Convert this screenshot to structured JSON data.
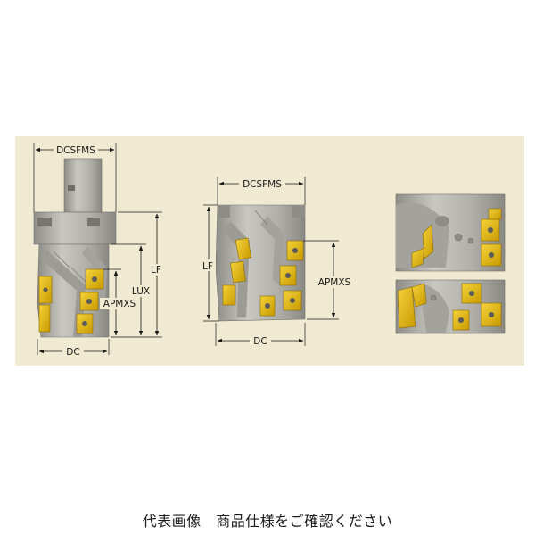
{
  "diagram": {
    "tool_1": {
      "labels": {
        "dcsfms": "DCSFMS",
        "lf": "LF",
        "lux": "LUX",
        "apmxs": "APMXS",
        "dc": "DC"
      }
    },
    "tool_2": {
      "labels": {
        "dcsfms": "DCSFMS",
        "lf": "LF",
        "apmxs": "APMXS",
        "dc": "DC"
      }
    }
  },
  "caption": "代表画像　商品仕様をご確認ください",
  "colors": {
    "background": "#ffffff",
    "panel": "#f1ead2",
    "tool_body": "#b5b3ad",
    "tool_shadow": "#8d8b85",
    "insert": "#e6b70b",
    "insert_dark": "#b48b00",
    "dimension": "#1a1a1a"
  }
}
